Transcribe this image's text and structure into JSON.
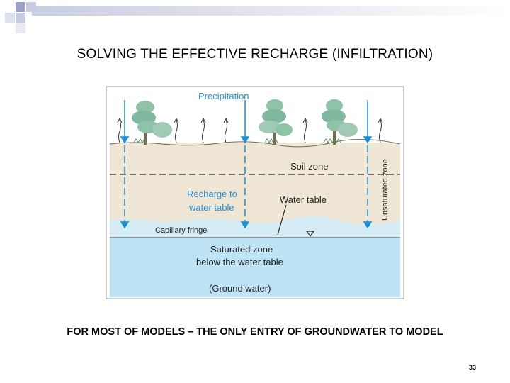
{
  "slide": {
    "title": "SOLVING THE EFFECTIVE RECHARGE (INFILTRATION)",
    "caption": "FOR MOST OF MODELS – THE ONLY ENTRY OF GROUNDWATER TO MODEL",
    "page_number": "33"
  },
  "diagram": {
    "precipitation": "Precipitation",
    "soil_zone": "Soil zone",
    "unsaturated_zone": "Unsaturated zone",
    "recharge_line1": "Recharge to",
    "recharge_line2": "water table",
    "water_table": "Water table",
    "capillary_fringe": "Capillary fringe",
    "saturated_line1": "Saturated zone",
    "saturated_line2": "below the water table",
    "ground_water": "(Ground water)",
    "colors": {
      "soil": "#efe6d6",
      "water": "#bde3f5",
      "arrow": "#1a8fd0",
      "tree": "#7fb79f",
      "label_blue": "#2b8fd0"
    }
  }
}
